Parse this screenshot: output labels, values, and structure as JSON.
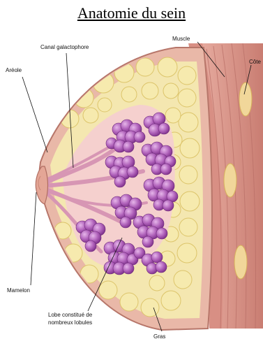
{
  "title": "Anatomie du sein",
  "labels": {
    "areole": "Aréole",
    "canal": "Canal galactophore",
    "muscle": "Muscle",
    "cote": "Côte",
    "mamelon": "Mamelon",
    "lobe_line1": "Lobe constitué de",
    "lobe_line2": "nombreux lobules",
    "gras": "Gras"
  },
  "colors": {
    "skin": "#e8b4a4",
    "skin_dark": "#c98a7a",
    "fat": "#f3e6a8",
    "fat_edge": "#e0c870",
    "lobule": "#a64fb0",
    "lobule_light": "#cc88d4",
    "duct": "#e0a8c0",
    "muscle": "#d9968a",
    "rib": "#f0d79a",
    "bg_tissue": "#f6d3cf"
  }
}
